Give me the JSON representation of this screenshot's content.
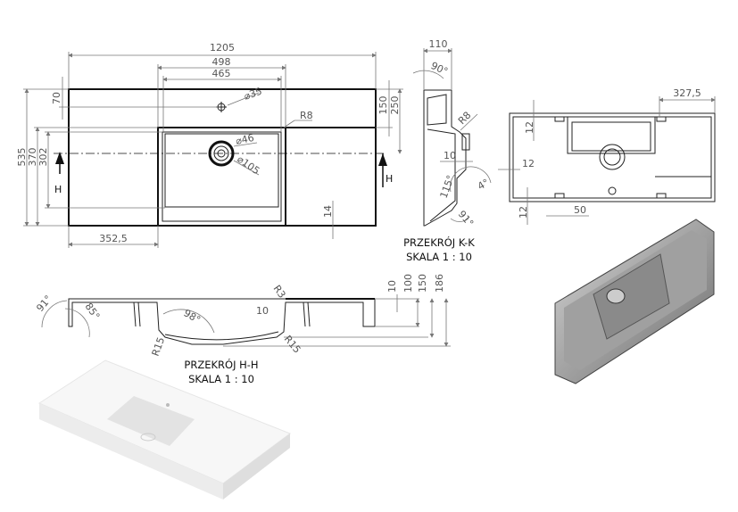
{
  "top_view": {
    "width_overall": "1205",
    "basin_outer": "498",
    "basin_inner": "465",
    "left_offset": "352,5",
    "depth_overall": "535",
    "depth_370": "370",
    "depth_302": "302",
    "tap_offset": "70",
    "shelf_150": "150",
    "shelf_250": "250",
    "rim_14": "14",
    "tap_hole": "⌀35",
    "radius_r8": "R8",
    "drain_46": "⌀46",
    "drain_105": "⌀105",
    "section_mark": "H"
  },
  "section_kk": {
    "width_110": "110",
    "angle_90": "90°",
    "radius_r8": "R8",
    "dim_10": "10",
    "angle_115": "115°",
    "angle_4": "4°",
    "angle_91": "91°",
    "title": "PRZEKRÓJ K-K",
    "scale": "SKALA 1 : 10"
  },
  "bottom_view": {
    "dim_327_5": "327,5",
    "dim_12a": "12",
    "dim_12b": "12",
    "dim_12c": "12",
    "dim_50": "50"
  },
  "section_hh": {
    "angle_91": "91°",
    "angle_85": "85°",
    "angle_98": "98°",
    "radius_r3": "R3",
    "dim_10_inner": "10",
    "radius_r15_left": "R15",
    "radius_r15_right": "R15",
    "h_10": "10",
    "h_100": "100",
    "h_150": "150",
    "h_186": "186",
    "title": "PRZEKRÓJ H-H",
    "scale": "SKALA 1 : 10"
  },
  "colors": {
    "line": "#111111",
    "dimension": "#777777",
    "render_gray": "#8a8a8a"
  }
}
